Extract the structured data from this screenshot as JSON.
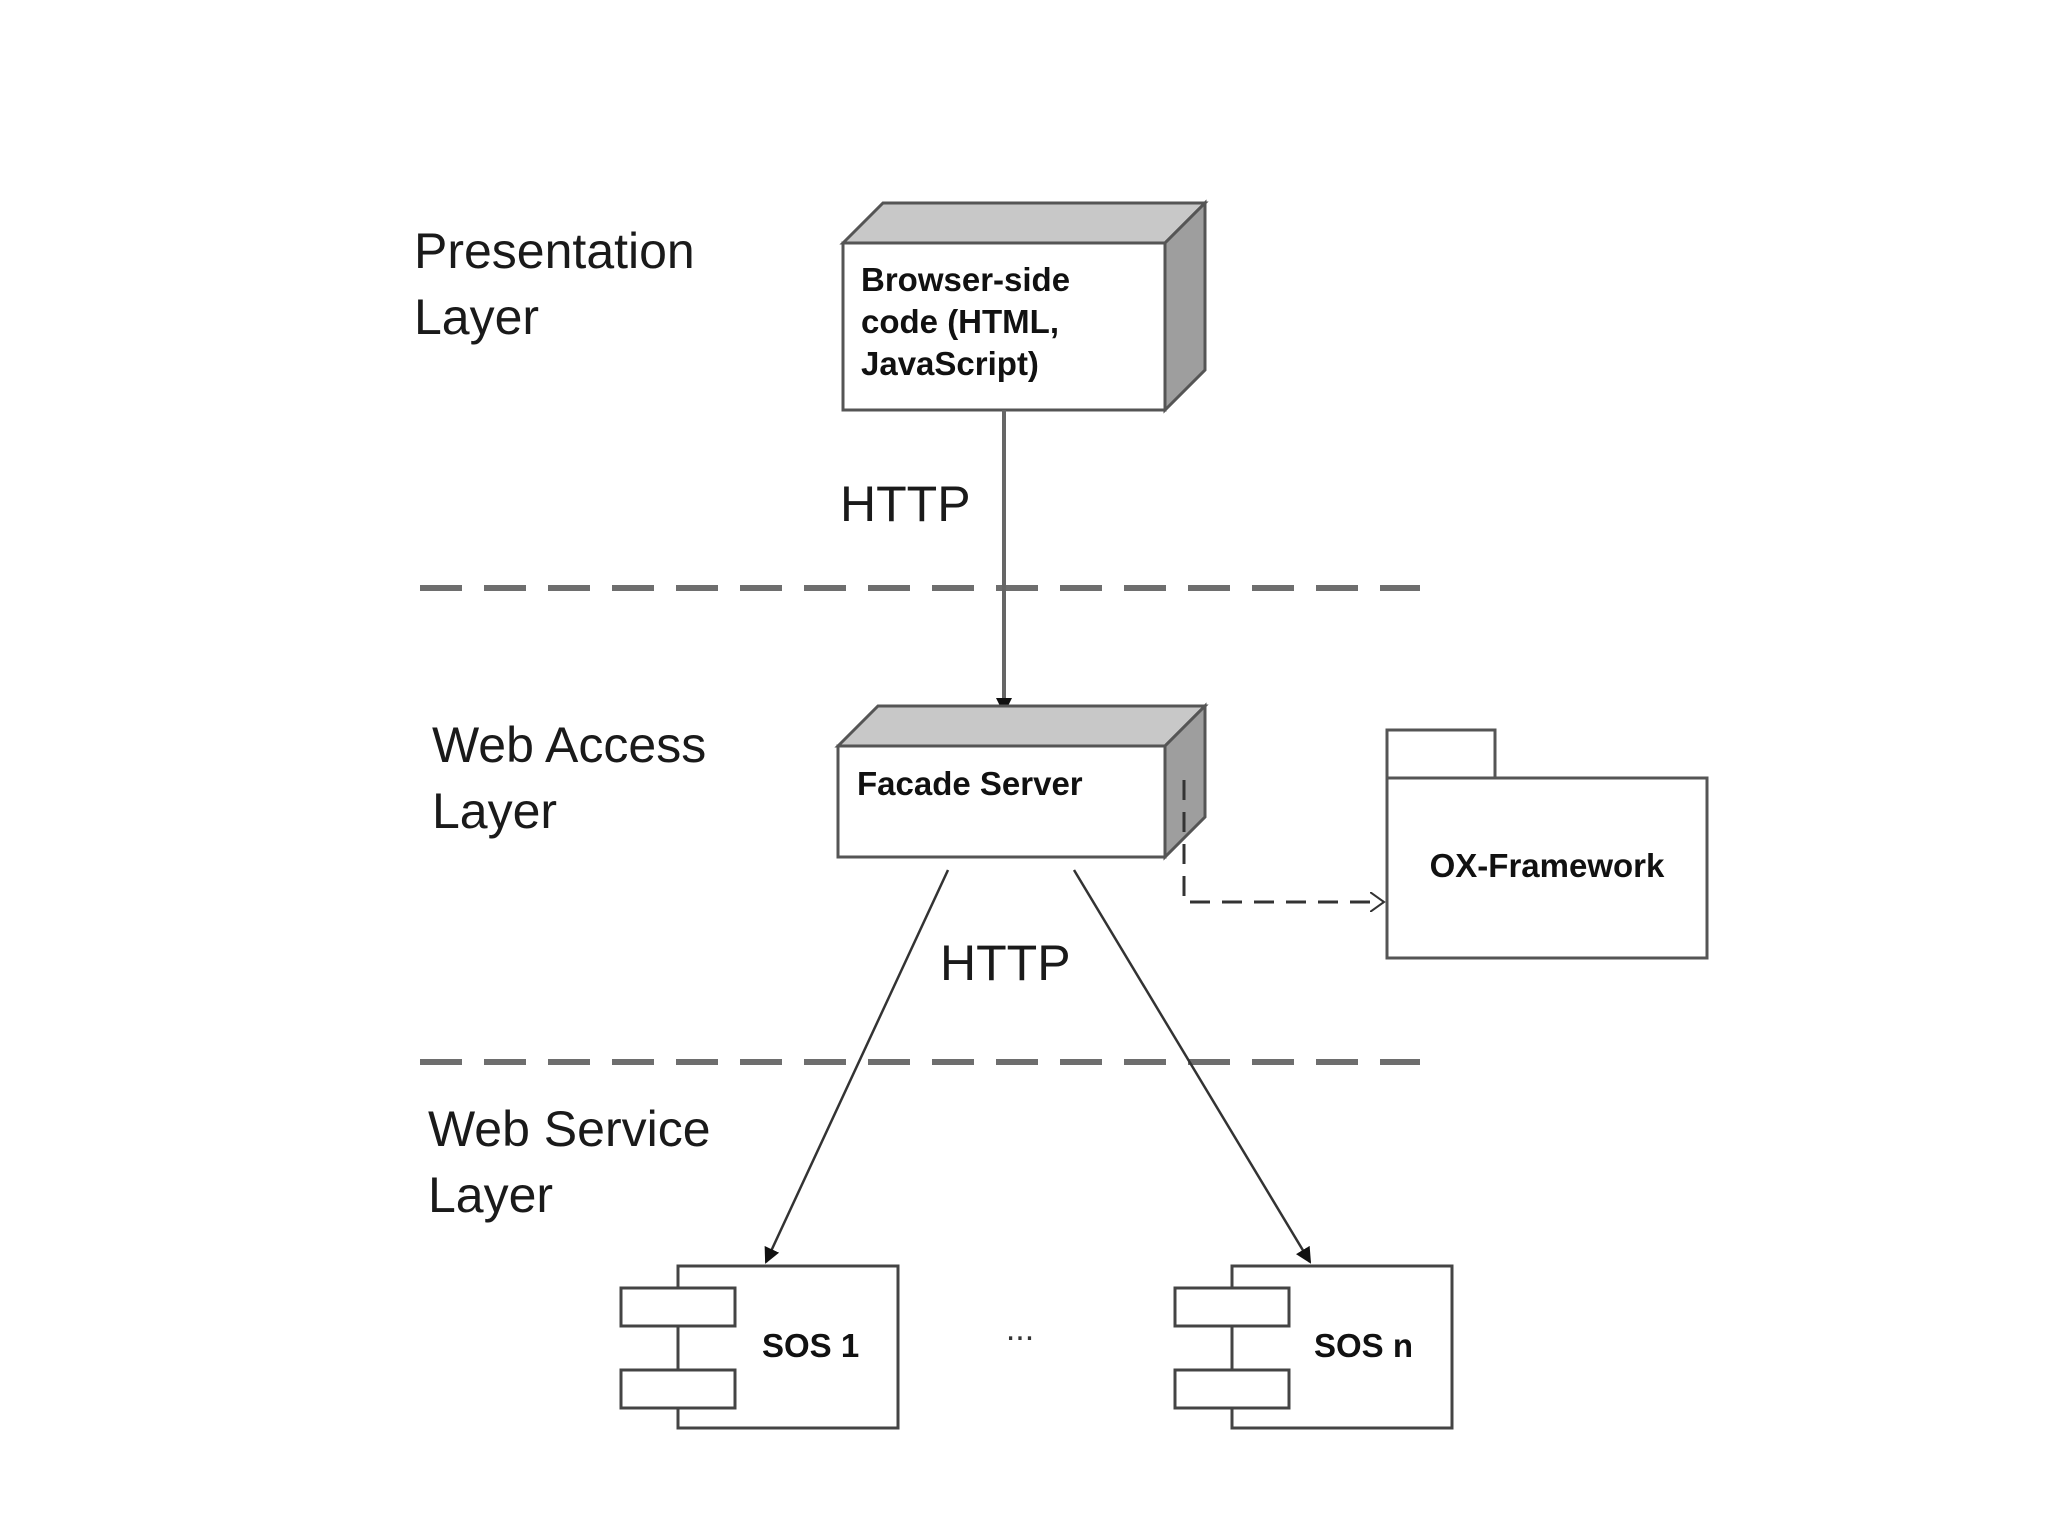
{
  "layers": {
    "presentation": [
      "Presentation",
      "Layer"
    ],
    "web_access": [
      "Web Access",
      "Layer"
    ],
    "web_service": [
      "Web Service",
      "Layer"
    ]
  },
  "connections": {
    "top_protocol": "HTTP",
    "middle_protocol": "HTTP"
  },
  "nodes": {
    "browser": [
      "Browser-side",
      "code (HTML,",
      "JavaScript)"
    ],
    "facade": "Facade Server",
    "framework": "OX-Framework",
    "sos1": "SOS 1",
    "sosn": "SOS n",
    "ellipsis": "..."
  },
  "colors": {
    "node_top_fill": "#c8c8c8",
    "node_side_fill": "#9e9e9e",
    "separator": "#6e6e6e",
    "arrow": "#666666"
  }
}
